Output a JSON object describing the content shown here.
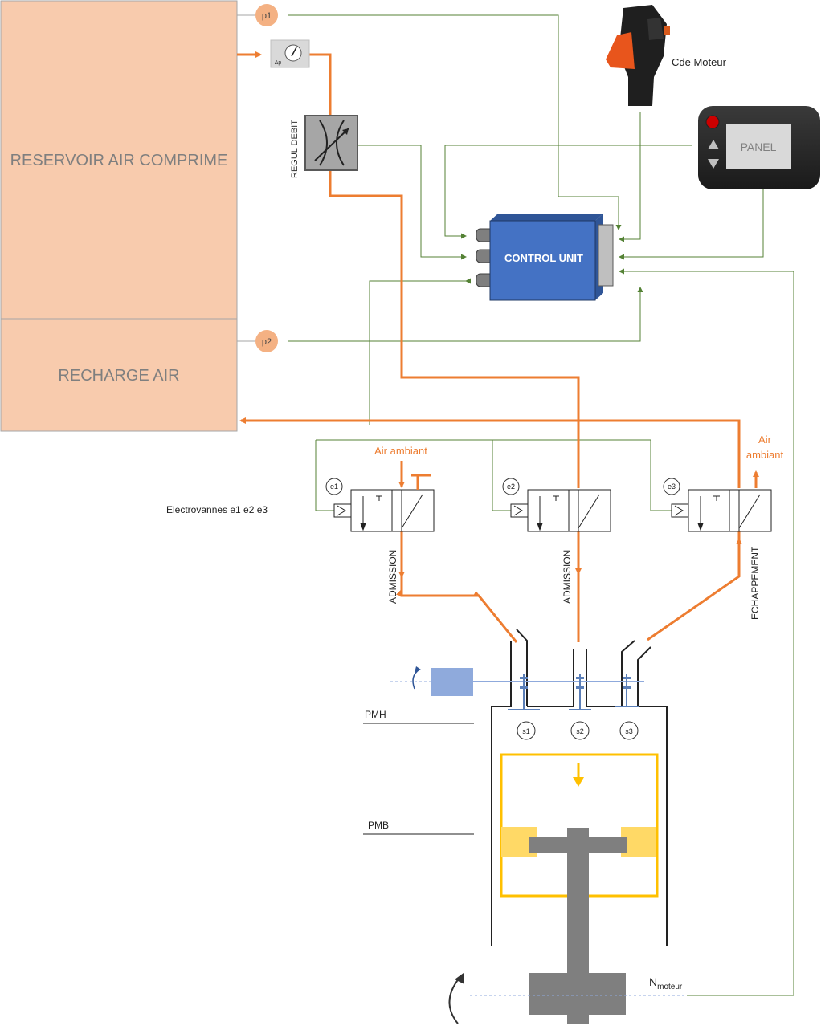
{
  "tank": {
    "reservoir_label": "RESERVOIR AIR COMPRIME",
    "recharge_label": "RECHARGE AIR"
  },
  "sensors": {
    "p1": "p1",
    "p2": "p2"
  },
  "gauge": {
    "symbol": "Δp"
  },
  "regulator": {
    "label": "REGUL DEBIT"
  },
  "throttle": {
    "label": "Cde Moteur"
  },
  "panel": {
    "label": "PANEL"
  },
  "control_unit": {
    "label": "CONTROL UNIT"
  },
  "valves": {
    "group_label": "Electrovannes e1 e2 e3",
    "e1": "e1",
    "e2": "e2",
    "e3": "e3",
    "air_ambiant_1": "Air ambiant",
    "air_ambiant_2_line1": "Air",
    "air_ambiant_2_line2": "ambiant"
  },
  "ports": {
    "admission_1": "ADMISSION",
    "admission_2": "ADMISSION",
    "echappement": "ECHAPPEMENT"
  },
  "engine": {
    "pmh": "PMH",
    "pmb": "PMB",
    "s1": "s1",
    "s2": "s2",
    "s3": "s3",
    "speed_main": "N",
    "speed_sub": "moteur"
  },
  "colors": {
    "orange": "#ED7D31",
    "green": "#548235",
    "tank_fill": "#F8CBAD",
    "control_unit": "#4472C4",
    "piston": "#FFC000",
    "camshaft": "#8FAADC"
  }
}
